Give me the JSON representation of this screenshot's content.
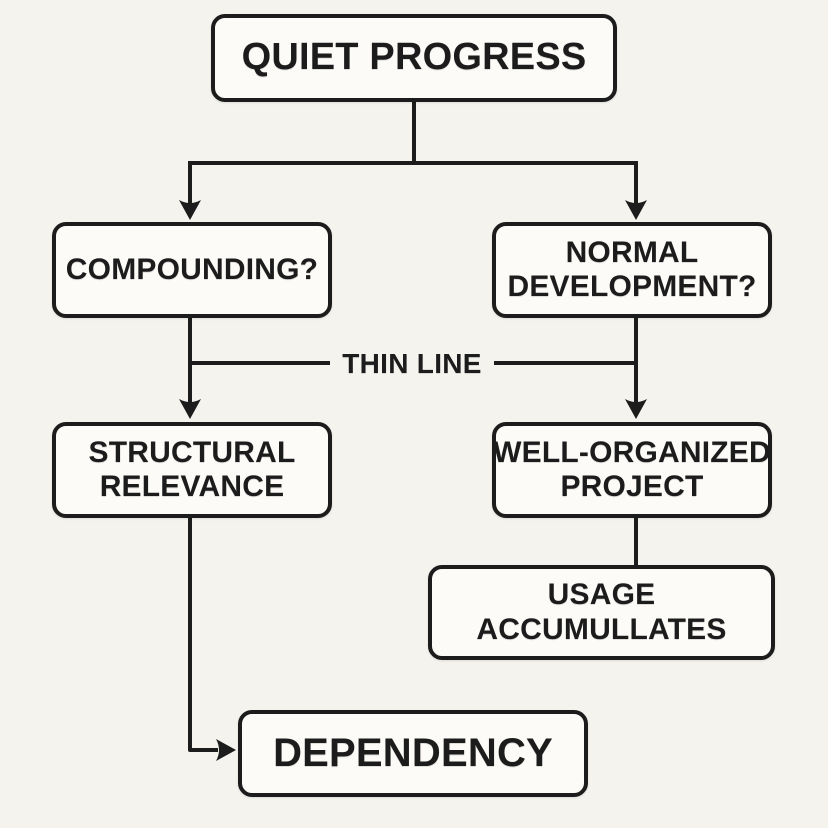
{
  "diagram": {
    "title": "QUIET PROGRESS flowchart",
    "colors": {
      "bg": "#f4f3ee",
      "ink": "#1c1c1c",
      "box-fill": "#fcfbf8"
    },
    "nodes": [
      {
        "id": "quiet-progress",
        "label": "QUIET PROGRESS",
        "lines": [
          "QUIET PROGRESS"
        ]
      },
      {
        "id": "compounding",
        "label": "COMPOUNDING?",
        "lines": [
          "COMPOUNDING?"
        ]
      },
      {
        "id": "normal-development",
        "label": "NORMAL DEVELOPMENT?",
        "lines": [
          "NORMAL",
          "DEVELOPMENT?"
        ]
      },
      {
        "id": "structural-relevance",
        "label": "STRUCTURAL RELEVANCE",
        "lines": [
          "STRUCTURAL",
          "RELEVANCE"
        ]
      },
      {
        "id": "well-organized",
        "label": "WELL-ORGANIZED PROJECT",
        "lines": [
          "WELL-ORGANIZED",
          "PROJECT"
        ]
      },
      {
        "id": "usage-accumullates",
        "label": "USAGE ACCUMULLATES",
        "lines": [
          "USAGE",
          "ACCUMULLATES"
        ]
      },
      {
        "id": "dependency",
        "label": "DEPENDENCY",
        "lines": [
          "DEPENDENCY"
        ]
      }
    ],
    "edge_label": "THIN LINE",
    "edges": [
      {
        "from": "quiet-progress",
        "to": "compounding",
        "arrow": true
      },
      {
        "from": "quiet-progress",
        "to": "normal-development",
        "arrow": true
      },
      {
        "from": "compounding",
        "to": "structural-relevance",
        "arrow": true,
        "label": "THIN LINE"
      },
      {
        "from": "normal-development",
        "to": "well-organized",
        "arrow": true,
        "label": "THIN LINE"
      },
      {
        "from": "well-organized",
        "to": "usage-accumullates",
        "arrow": false
      },
      {
        "from": "structural-relevance",
        "to": "dependency",
        "arrow": true
      }
    ]
  }
}
